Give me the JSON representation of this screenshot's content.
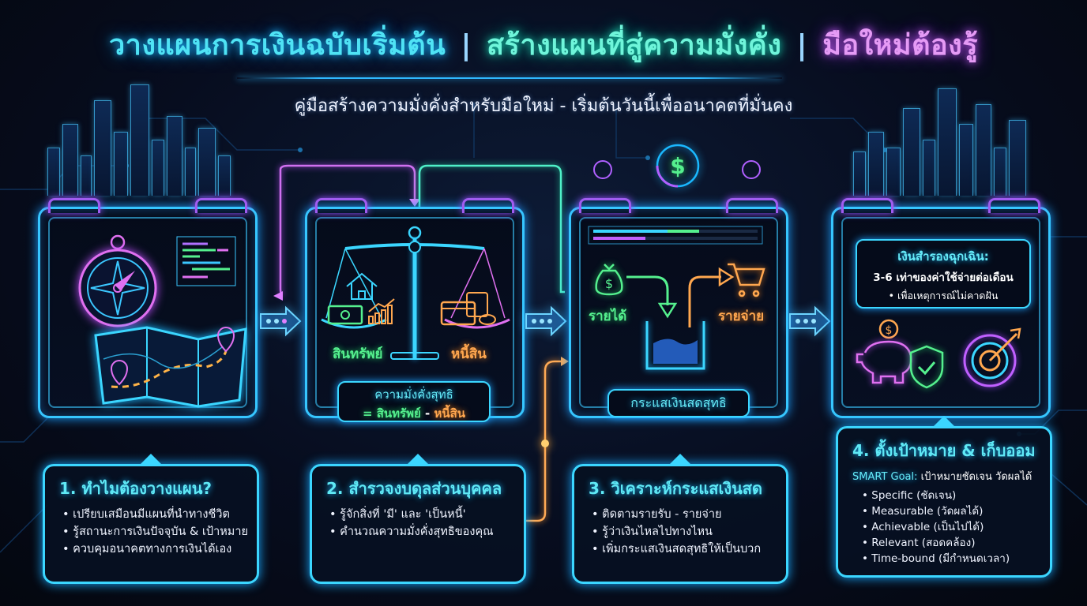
{
  "header": {
    "title_part1": "วางแผนการเงินฉบับเริ่มต้น",
    "title_part2": "สร้างแผนที่สู่ความมั่งคั่ง",
    "title_part3": "มือใหม่ต้องรู้",
    "separator": "|",
    "subtitle": "คู่มือสร้างความมั่งคั่งสำหรับมือใหม่ - เริ่มต้นวันนี้เพื่ออนาคตที่มั่นคง"
  },
  "colors": {
    "background": "#070d1f",
    "cyan": "#36c6ff",
    "teal": "#6ff5da",
    "purple": "#a05cf0",
    "pink": "#e59af5",
    "green": "#55f08e",
    "orange": "#ffa74f"
  },
  "steps": [
    {
      "illustration": "compass-and-map",
      "title": "1. ทำไมต้องวางแผน?",
      "bullets": [
        "เปรียบเสมือนมีแผนที่นำทางชีวิต",
        "รู้สถานะการเงินปัจจุบัน & เป้าหมาย",
        "ควบคุมอนาคตทางการเงินได้เอง"
      ]
    },
    {
      "illustration": "balance-scale",
      "assets_label": "สินทรัพย์",
      "liabilities_label": "หนี้สิน",
      "formula_line1": "ความมั่งคั่งสุทธิ",
      "formula_eq": "=",
      "formula_assets": "สินทรัพย์",
      "formula_minus": "-",
      "formula_liabilities": "หนี้สิน",
      "title": "2. สำรวจงบดุลส่วนบุคคล",
      "bullets": [
        "รู้จักสิ่งที่ 'มี' และ 'เป็นหนี้'",
        "คำนวณความมั่งคั่งสุทธิของคุณ"
      ]
    },
    {
      "illustration": "cash-flow",
      "income_label": "รายได้",
      "expense_label": "รายจ่าย",
      "box_label": "กระแสเงินสดสุทธิ",
      "title": "3. วิเคราะห์กระแสเงินสด",
      "bullets": [
        "ติดตามรายรับ - รายจ่าย",
        "รู้ว่าเงินไหลไปทางไหน",
        "เพิ่มกระแสเงินสดสุทธิให้เป็นบวก"
      ]
    },
    {
      "illustration": "piggy-bank-shield-target",
      "bubble_title": "เงินสำรองฉุกเฉิน:",
      "bubble_line2": "3-6 เท่าของค่าใช้จ่ายต่อเดือน",
      "bubble_line3": "เพื่อเหตุการณ์ไม่คาดฝัน",
      "title": "4. ตั้งเป้าหมาย & เก็บออม",
      "smart_label": "SMART Goal:",
      "smart_desc": "เป้าหมายชัดเจน วัดผลได้",
      "bullets": [
        "Specific (ชัดเจน)",
        "Measurable (วัดผลได้)",
        "Achievable (เป็นไปได้)",
        "Relevant (สอดคล้อง)",
        "Time-bound (มีกำหนดเวลา)"
      ]
    }
  ],
  "icons": {
    "dollar": "$"
  }
}
